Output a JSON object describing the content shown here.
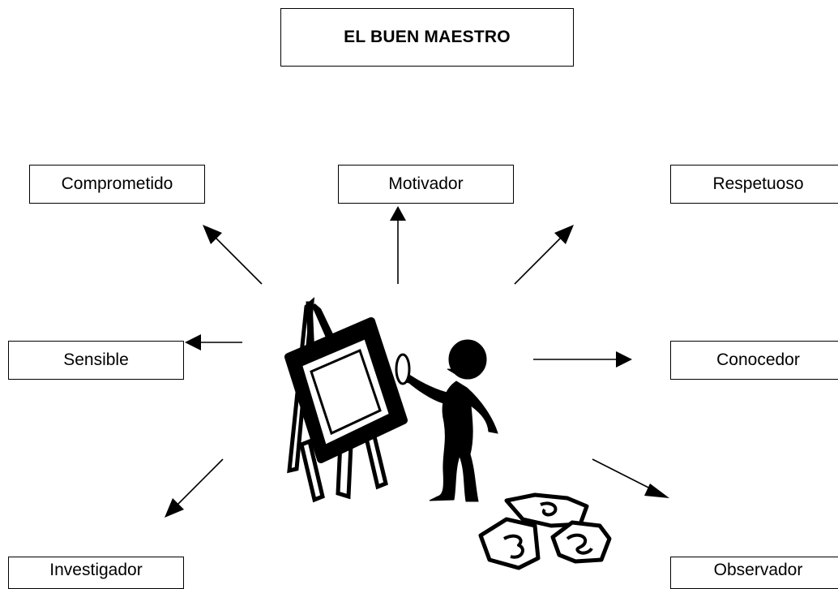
{
  "diagram": {
    "title": "EL BUEN  MAESTRO",
    "nodes": {
      "comprometido": "Comprometido",
      "motivador": "Motivador",
      "respetuoso": "Respetuoso",
      "sensible": "Sensible",
      "conocedor": "Conocedor",
      "investigador": "Investigador",
      "observador": "Observador"
    },
    "center_image": "teacher-at-easel-clipart",
    "colors": {
      "ink": "#000000",
      "background": "#ffffff"
    }
  }
}
